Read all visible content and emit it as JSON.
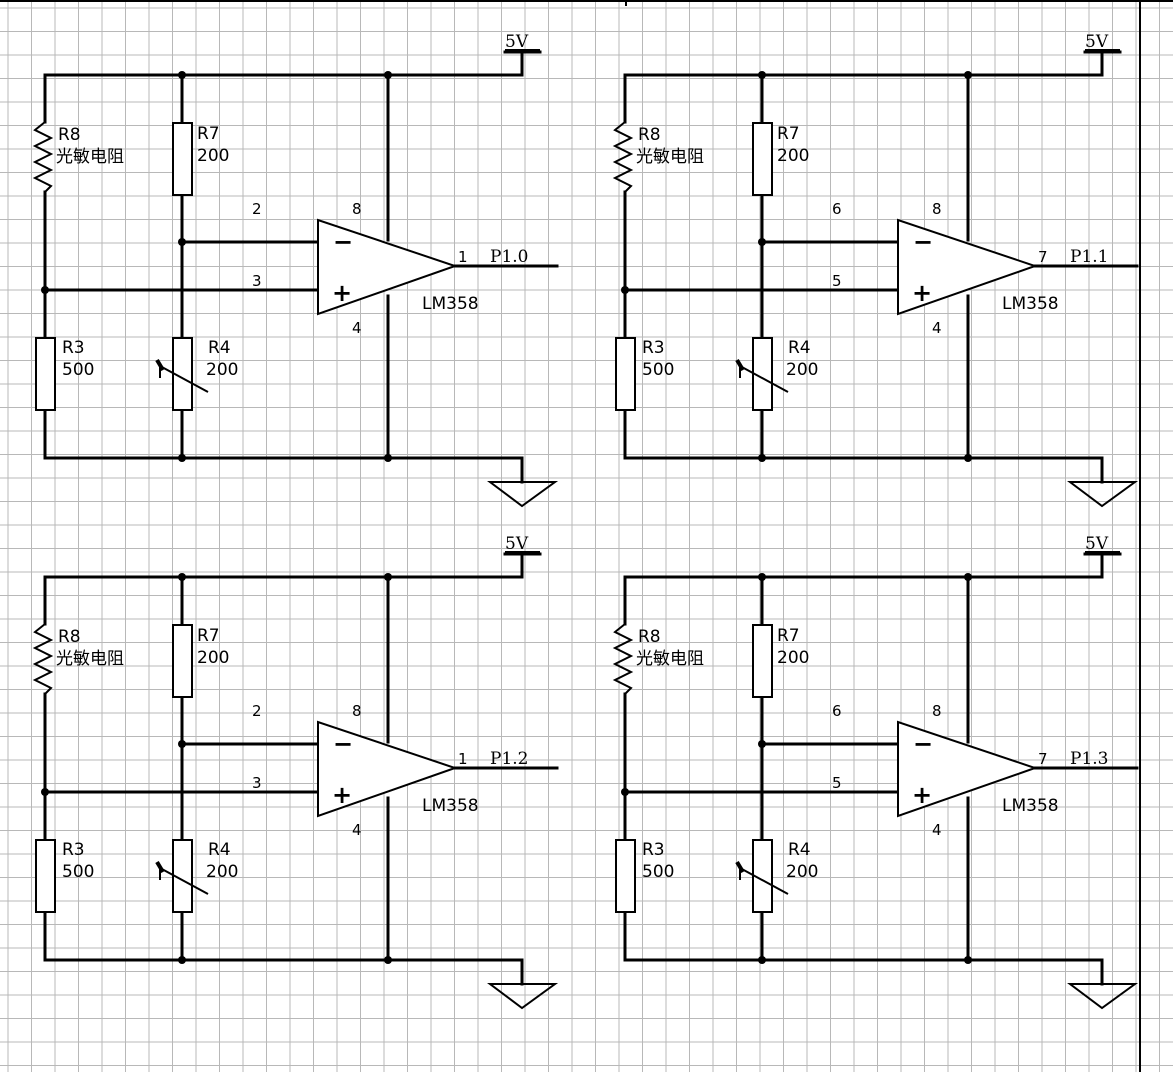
{
  "colors": {
    "background": "#ffffff",
    "grid": "#b8b8b8",
    "ink": "#000000"
  },
  "circuits": [
    {
      "supply": "5V",
      "photoresistor": {
        "ref": "R8",
        "name": "光敏电阻"
      },
      "r7": {
        "ref": "R7",
        "value": "200"
      },
      "r3": {
        "ref": "R3",
        "value": "500"
      },
      "r4": {
        "ref": "R4",
        "value": "200"
      },
      "opamp": {
        "part": "LM358",
        "pin_inv": "2",
        "pin_noninv": "3",
        "pin_out": "1",
        "pin_vcc": "8",
        "pin_gnd": "4",
        "minus": "−",
        "plus": "+"
      },
      "output": "P1.0"
    },
    {
      "supply": "5V",
      "photoresistor": {
        "ref": "R8",
        "name": "光敏电阻"
      },
      "r7": {
        "ref": "R7",
        "value": "200"
      },
      "r3": {
        "ref": "R3",
        "value": "500"
      },
      "r4": {
        "ref": "R4",
        "value": "200"
      },
      "opamp": {
        "part": "LM358",
        "pin_inv": "6",
        "pin_noninv": "5",
        "pin_out": "7",
        "pin_vcc": "8",
        "pin_gnd": "4",
        "minus": "−",
        "plus": "+"
      },
      "output": "P1.1"
    },
    {
      "supply": "5V",
      "photoresistor": {
        "ref": "R8",
        "name": "光敏电阻"
      },
      "r7": {
        "ref": "R7",
        "value": "200"
      },
      "r3": {
        "ref": "R3",
        "value": "500"
      },
      "r4": {
        "ref": "R4",
        "value": "200"
      },
      "opamp": {
        "part": "LM358",
        "pin_inv": "2",
        "pin_noninv": "3",
        "pin_out": "1",
        "pin_vcc": "8",
        "pin_gnd": "4",
        "minus": "−",
        "plus": "+"
      },
      "output": "P1.2"
    },
    {
      "supply": "5V",
      "photoresistor": {
        "ref": "R8",
        "name": "光敏电阻"
      },
      "r7": {
        "ref": "R7",
        "value": "200"
      },
      "r3": {
        "ref": "R3",
        "value": "500"
      },
      "r4": {
        "ref": "R4",
        "value": "200"
      },
      "opamp": {
        "part": "LM358",
        "pin_inv": "6",
        "pin_noninv": "5",
        "pin_out": "7",
        "pin_vcc": "8",
        "pin_gnd": "4",
        "minus": "−",
        "plus": "+"
      },
      "output": "P1.3"
    }
  ]
}
